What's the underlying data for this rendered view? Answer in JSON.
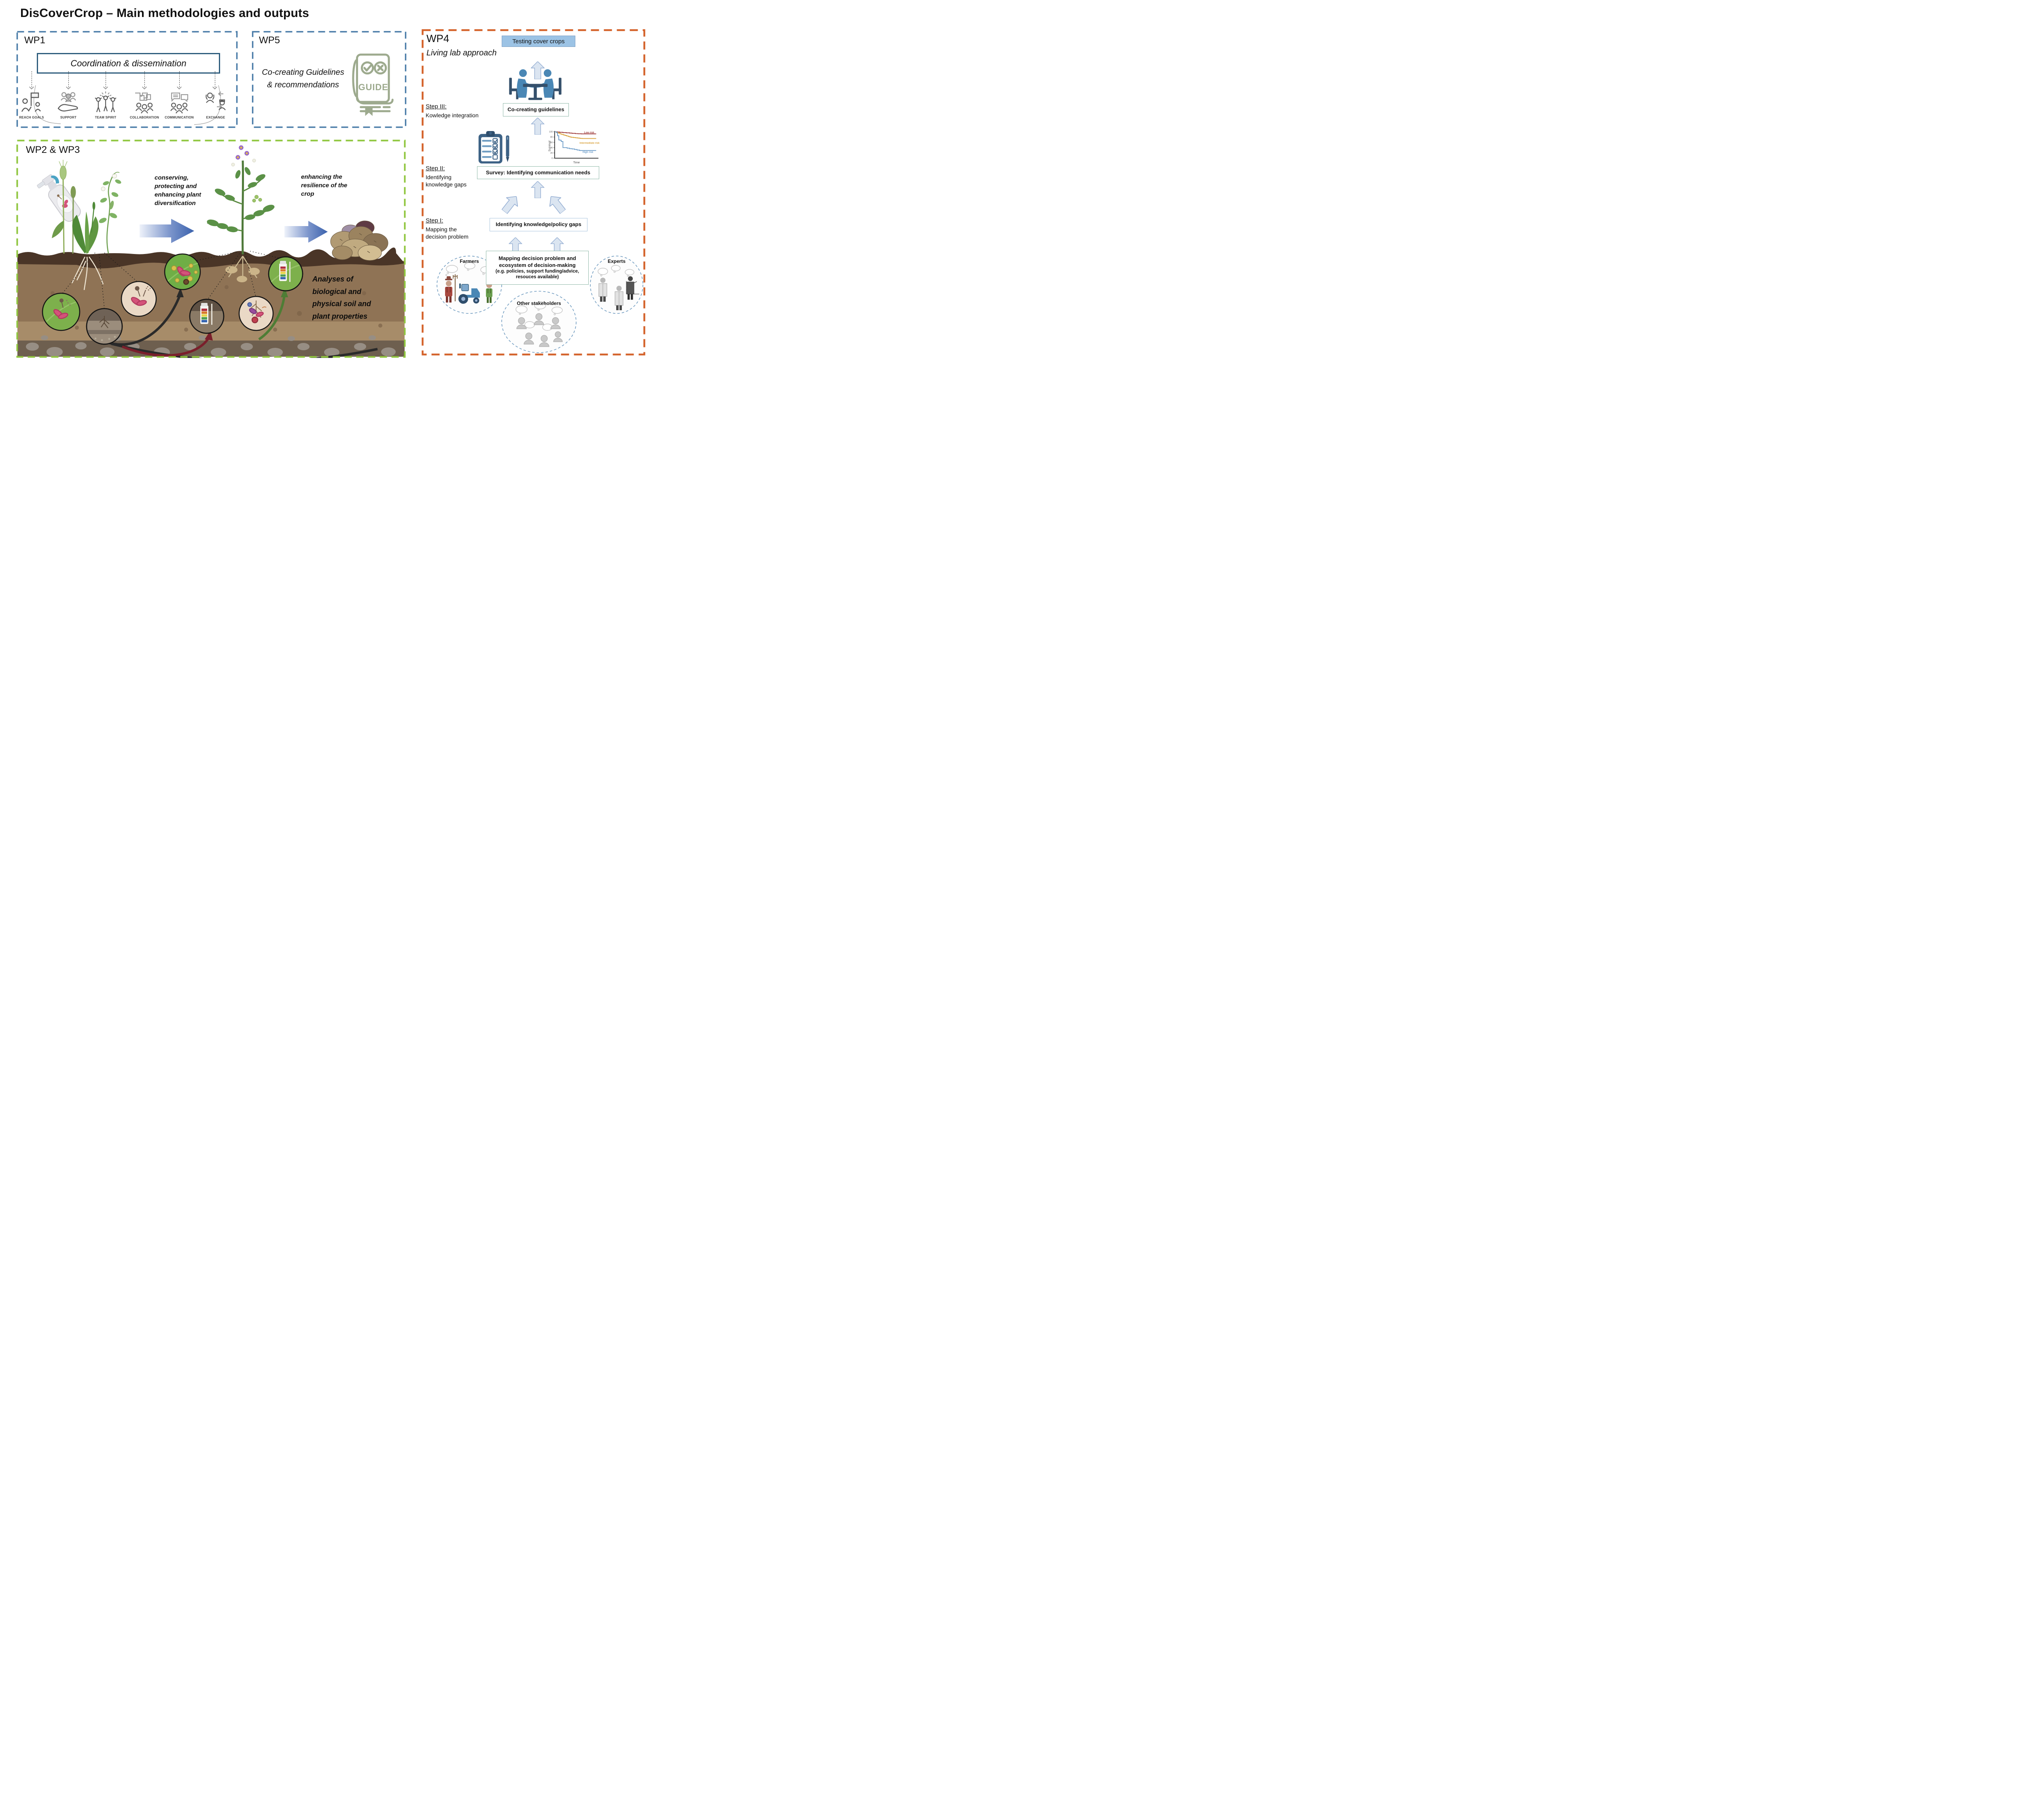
{
  "title": "DisCoverCrop – Main methodologies and outputs",
  "wp1": {
    "label": "WP1",
    "box_title": "Coordination & dissemination",
    "items": [
      {
        "label": "REACH GOALS",
        "icon": "flag-goal-icon"
      },
      {
        "label": "SUPPORT",
        "icon": "hand-support-icon"
      },
      {
        "label": "TEAM SPIRIT",
        "icon": "team-cheer-icon"
      },
      {
        "label": "COLLABORATION",
        "icon": "puzzle-people-icon"
      },
      {
        "label": "COMMUNICATION",
        "icon": "speech-bubbles-icon"
      },
      {
        "label": "EXCHANGE",
        "icon": "people-swap-arrows-icon"
      }
    ]
  },
  "wp5": {
    "label": "WP5",
    "text": "Co-creating Guidelines & recommendations",
    "guide_text": "GUIDE",
    "icon": "guide-book-check-icon"
  },
  "wp2_3": {
    "label": "WP2 & WP3",
    "left_caption": "conserving, protecting and enhancing plant diversification",
    "right_caption": "enhancing the resilience of the crop",
    "bottom_caption": "Analyses of biological and physical soil and plant properties",
    "icons": [
      "spray-bottle-icon",
      "cover-crop-plants-icon",
      "blue-flow-arrow",
      "potato-plant-icon",
      "potato-harvest-icon",
      "soil-inset-circles",
      "ph-test-strip-icon"
    ]
  },
  "wp4": {
    "label": "WP4",
    "subtitle": "Living lab approach",
    "top_box": "Testing cover crops",
    "co_creating_box": "Co-creating guidelines",
    "survey_box": "Survey: Identifying communication needs",
    "gaps_box": "Identifying knowledge/policy gaps",
    "mapping_box_main": "Mapping decision problem and ecosystem of decision-making",
    "mapping_box_sub": "(e.g. policies, support funding/advice, resouces available)",
    "steps": [
      {
        "label": "Step III:",
        "desc": "Kowledge integration"
      },
      {
        "label": "Step II:",
        "desc": "Identifying knowledge gaps"
      },
      {
        "label": "Step I:",
        "desc": "Mapping the decision problem"
      }
    ],
    "groups": [
      {
        "label": "Farmers",
        "icon": "farmer-tractor-icons"
      },
      {
        "label": "Experts",
        "icon": "lab-coat-experts-icons"
      },
      {
        "label": "Other stakeholders",
        "icon": "thinking-crowd-icons"
      }
    ],
    "icons": [
      "discussion-table-icon",
      "survey-clipboard-icon",
      "survival-curve-chart",
      "block-up-arrow"
    ]
  },
  "chart_data": {
    "type": "line",
    "step": true,
    "title": "",
    "xlabel": "Time",
    "ylabel": "Survival",
    "ylim": [
      0,
      100
    ],
    "yticks": [
      0,
      20,
      40,
      60,
      80,
      100
    ],
    "x_range": [
      0,
      10
    ],
    "grid": false,
    "legend_position": "inline-labels",
    "series": [
      {
        "name": "Low risk",
        "color": "#9e3a3a",
        "points": [
          [
            0,
            100
          ],
          [
            0.6,
            99
          ],
          [
            1.2,
            98
          ],
          [
            2,
            97
          ],
          [
            2.8,
            96
          ],
          [
            3.6,
            95
          ],
          [
            4.2,
            94
          ],
          [
            5,
            93
          ],
          [
            5.6,
            92.5
          ],
          [
            6.4,
            92
          ],
          [
            10,
            92
          ]
        ]
      },
      {
        "name": "Intermediate risk",
        "color": "#d9a23c",
        "points": [
          [
            0,
            100
          ],
          [
            0.5,
            97
          ],
          [
            0.9,
            95
          ],
          [
            1.3,
            92
          ],
          [
            1.7,
            90
          ],
          [
            2.1,
            88
          ],
          [
            2.5,
            86
          ],
          [
            2.9,
            84
          ],
          [
            3.3,
            82
          ],
          [
            3.7,
            80
          ],
          [
            4.1,
            79
          ],
          [
            4.6,
            78
          ],
          [
            5.1,
            77
          ],
          [
            5.6,
            76
          ],
          [
            6.1,
            75
          ],
          [
            6.6,
            74.5
          ],
          [
            10,
            74.5
          ]
        ]
      },
      {
        "name": "High risk",
        "color": "#6f9ec9",
        "points": [
          [
            0,
            100
          ],
          [
            0.4,
            97
          ],
          [
            0.7,
            85
          ],
          [
            1,
            69
          ],
          [
            1.3,
            68
          ],
          [
            1.6,
            63
          ],
          [
            2,
            40
          ],
          [
            2.6,
            40
          ],
          [
            3,
            38
          ],
          [
            3.6,
            36
          ],
          [
            4.2,
            35
          ],
          [
            4.8,
            33
          ],
          [
            5.4,
            31
          ],
          [
            6,
            29
          ],
          [
            10,
            29
          ]
        ]
      }
    ]
  },
  "colors": {
    "wp1_wp5_border": "#4a7ca8",
    "wp23_border": "#8fc63e",
    "wp4_border": "#d4622a",
    "coord_box_border": "#2e5d7d",
    "flow_arrow_blue": "#3b62ad",
    "block_arrow_fill": "#dbe5f1",
    "block_arrow_border": "#93add2",
    "testing_box_bg": "#9cc3e5",
    "teal_box_border": "#8fb8a8",
    "guide_book_icon": "#9daa8e",
    "people_blue": "#4a87b5",
    "survival_low": "#9e3a3a",
    "survival_intermediate": "#d9a23c",
    "survival_high": "#6f9ec9"
  }
}
